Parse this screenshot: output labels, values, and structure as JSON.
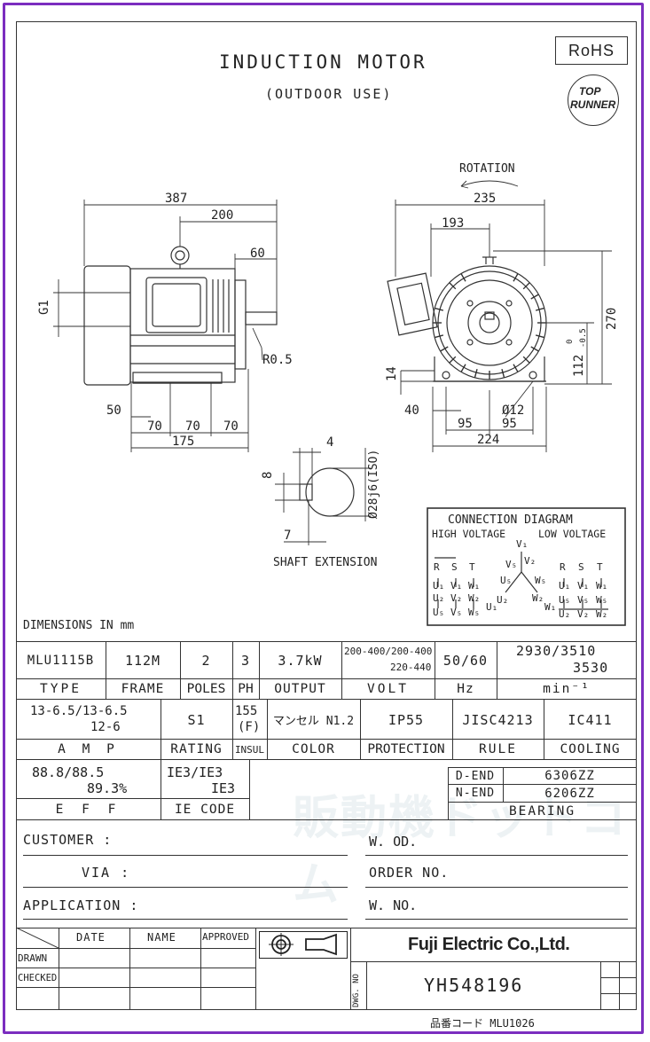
{
  "header": {
    "title": "INDUCTION MOTOR",
    "subtitle": "(OUTDOOR USE)",
    "rohs": "RoHS",
    "badge_line1": "TOP",
    "badge_line2": "RUNNER"
  },
  "side_view": {
    "dim_387": "387",
    "dim_200": "200",
    "dim_60": "60",
    "dim_g1": "G1",
    "dim_r": "R0.5",
    "dim_50": "50",
    "dim_70a": "70",
    "dim_70b": "70",
    "dim_70c": "70",
    "dim_175": "175"
  },
  "end_view": {
    "rotation": "ROTATION",
    "dim_235": "235",
    "dim_193": "193",
    "dim_270": "270",
    "dim_112": "112",
    "dim_112_tol_upper": "0",
    "dim_112_tol_lower": "-0.5",
    "dim_14": "14",
    "dim_40": "40",
    "dim_12": "Ø12",
    "dim_95a": "95",
    "dim_95b": "95",
    "dim_224": "224"
  },
  "shaft": {
    "dim_4": "4",
    "dim_8": "8",
    "dim_7": "7",
    "dim_dia": "Ø28j6(ISO)",
    "label": "SHAFT EXTENSION"
  },
  "connection": {
    "title": "CONNECTION DIAGRAM",
    "high": "HIGH VOLTAGE",
    "low": "LOW VOLTAGE"
  },
  "dimensions_note": "DIMENSIONS IN mm",
  "spec": {
    "row1_values": {
      "type": "MLU1115B",
      "frame": "112M",
      "poles": "2",
      "ph": "3",
      "output": "3.7kW",
      "volt_line1": "200-400/200-400",
      "volt_line2": "220-440",
      "hz": "50/60",
      "min_line1": "2930/3510",
      "min_line2": "3530"
    },
    "row1_labels": {
      "type": "TYPE",
      "frame": "FRAME",
      "poles": "POLES",
      "ph": "PH",
      "output": "OUTPUT",
      "volt": "VOLT",
      "hz": "Hz",
      "min": "min⁻¹"
    },
    "row2_values": {
      "amp_line1": "13-6.5/13-6.5",
      "amp_line2": "12-6",
      "rating": "S1",
      "insul_line1": "155",
      "insul_line2": "(F)",
      "color": "マンセル N1.2",
      "protection": "IP55",
      "rule": "JISC4213",
      "cooling": "IC411"
    },
    "row2_labels": {
      "amp": "A M P",
      "rating": "RATING",
      "insul": "INSUL",
      "color": "COLOR",
      "protection": "PROTECTION",
      "rule": "RULE",
      "cooling": "COOLING"
    },
    "eff": {
      "value_line1": "88.8/88.5",
      "value_line2": "89.3%",
      "ie_line1": "IE3/IE3",
      "ie_line2": "IE3",
      "label": "E F F",
      "ie_label": "IE CODE"
    },
    "bearing": {
      "d_end_label": "D-END",
      "d_end_value": "6306ZZ",
      "n_end_label": "N-END",
      "n_end_value": "6206ZZ",
      "label": "BEARING"
    }
  },
  "order": {
    "customer": "CUSTOMER :",
    "via": "VIA :",
    "application": "APPLICATION :",
    "wod": "W. OD.",
    "order_no": "ORDER NO.",
    "wno": "W. NO."
  },
  "title_block": {
    "date": "DATE",
    "name": "NAME",
    "approved": "APPROVED",
    "drawn": "DRAWN",
    "checked": "CHECKED",
    "company": "Fuji Electric Co.,Ltd.",
    "dwg_no_label": "DWG. NO",
    "dwg_no": "YH548196"
  },
  "footer": {
    "code": "品番コード MLU1026"
  },
  "watermark": "販動機ドットコム"
}
